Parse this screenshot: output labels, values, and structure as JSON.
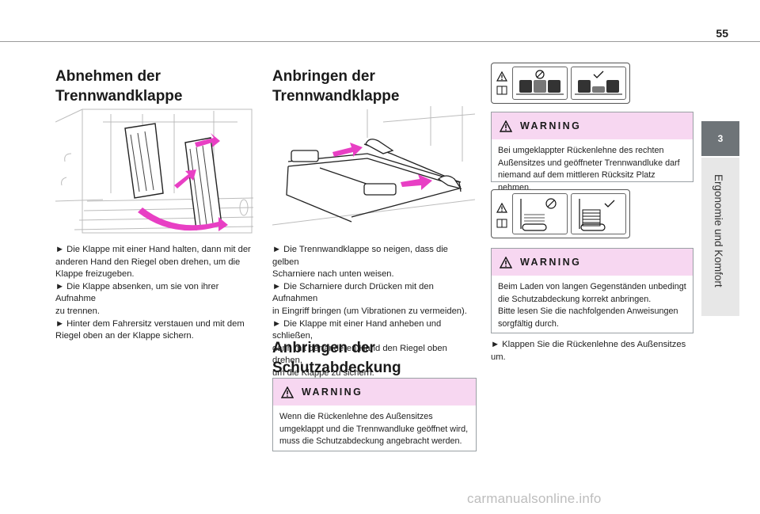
{
  "page": {
    "number": "55"
  },
  "side_tab": {
    "number": "3",
    "chapter_title": "Ergonomie und Komfort"
  },
  "col1": {
    "title_line1": "Abnehmen der",
    "title_line2": "Trennwandklappe",
    "steps": [
      "► Die Klappe mit einer Hand halten, dann mit der",
      "anderen Hand den Riegel oben drehen, um die",
      "Klappe freizugeben.",
      "► Die Klappe absenken, um sie von ihrer Aufnahme",
      "zu trennen.",
      "► Hinter dem Fahrersitz verstauen und mit dem",
      "Riegel oben an der Klappe sichern."
    ]
  },
  "col2": {
    "title_line1": "Anbringen der",
    "title_line2": "Trennwandklappe",
    "steps": [
      "► Die Trennwandklappe so neigen, dass die gelben",
      "Scharniere nach unten weisen.",
      "► Die Scharniere durch Drücken mit den Aufnahmen",
      "in Eingriff bringen (um Vibrationen zu vermeiden).",
      "► Die Klappe mit einer Hand anheben und schließen,",
      "dann mit der anderen Hand den Riegel oben drehen,",
      "um die Klappe zu sichern."
    ],
    "title2_line1": "Anbringen der",
    "title2_line2": "Schutzabdeckung",
    "warning": {
      "label": "WARNING",
      "lines": [
        "Wenn die Rückenlehne des Außensitzes",
        "umgeklappt und die Trennwandluke geöffnet wird,",
        "muss die Schutzabdeckung angebracht werden."
      ]
    }
  },
  "col3": {
    "warning1": {
      "label": "WARNING",
      "lines": [
        "Bei umgeklappter Rückenlehne des rechten",
        "Außensitzes und geöffneter Trennwandluke darf",
        "niemand auf dem mittleren Rücksitz Platz nehmen."
      ]
    },
    "warning2": {
      "label": "WARNING",
      "lines": [
        "Beim Laden von langen Gegenständen unbedingt",
        "die Schutzabdeckung korrekt anbringen.",
        "Bitte lesen Sie die nachfolgenden Anweisungen",
        "sorgfältig durch."
      ]
    },
    "step": "► Klappen Sie die Rückenlehne des Außensitzes um."
  },
  "footer": {
    "watermark": "carmanualsonline.info"
  },
  "colors": {
    "warning_header": "#f7d7f1",
    "arrow": "#e83fc4",
    "tab": "#6e7478",
    "band": "#e7e7e7"
  }
}
